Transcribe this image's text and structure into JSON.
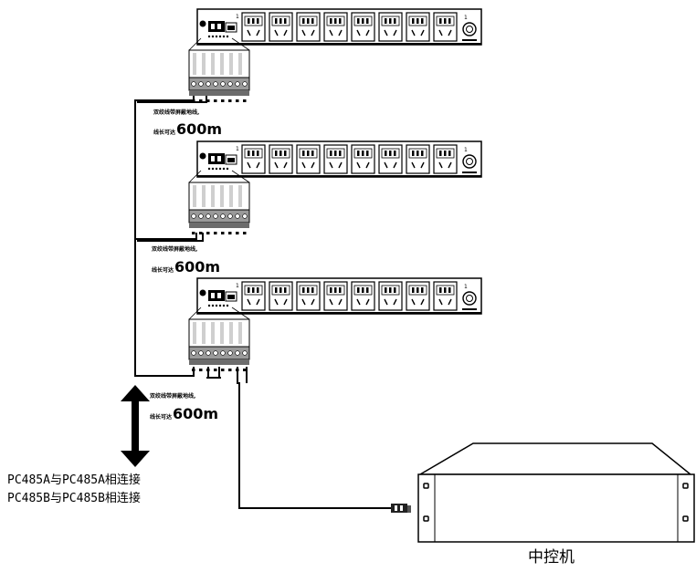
{
  "segments": [
    {
      "line1": "双绞线带屏蔽地线,",
      "prefix": "线长可达",
      "length": "600m"
    },
    {
      "line1": "双绞线带屏蔽地线,",
      "prefix": "线长可达",
      "length": "600m"
    },
    {
      "line1": "双绞线带屏蔽地线,",
      "prefix": "线长可达",
      "length": "600m"
    }
  ],
  "connection_notes": [
    "PC485A与PC485A相连接",
    "PC485B与PC485B相连接"
  ],
  "controller": {
    "label": "中控机"
  },
  "pdu": {
    "socket_count": 8,
    "unit_count": 3
  }
}
